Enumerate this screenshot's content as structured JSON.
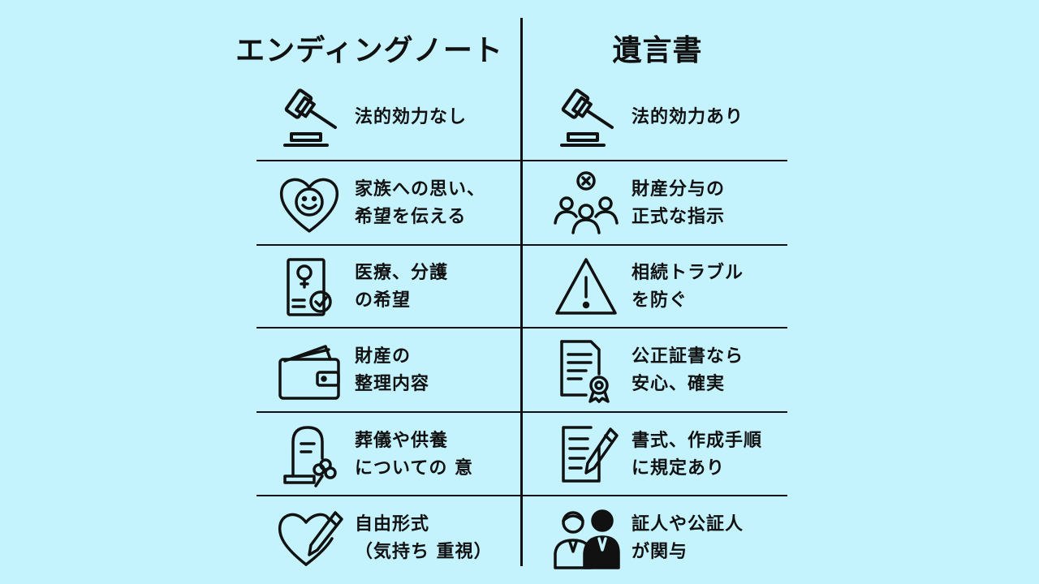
{
  "header": {
    "left_title": "エンディングノート",
    "right_title": "遺言書"
  },
  "rows": [
    {
      "left": {
        "icon": "gavel-icon",
        "lines": [
          "法的効力なし"
        ]
      },
      "right": {
        "icon": "gavel-icon",
        "lines": [
          "法的効力あり"
        ]
      }
    },
    {
      "left": {
        "icon": "heart-smile-icon",
        "lines": [
          "家族への思い、",
          "希望を伝える"
        ]
      },
      "right": {
        "icon": "family-money-icon",
        "lines": [
          "財産分与の",
          "正式な指示"
        ]
      }
    },
    {
      "left": {
        "icon": "medical-document-icon",
        "lines": [
          "医療、分護",
          "の希望"
        ]
      },
      "right": {
        "icon": "warning-icon",
        "lines": [
          "相続トラブル",
          "を防ぐ"
        ]
      }
    },
    {
      "left": {
        "icon": "wallet-icon",
        "lines": [
          "財産の",
          "整理内容"
        ]
      },
      "right": {
        "icon": "certificate-icon",
        "lines": [
          "公正証書なら",
          "安心、確実"
        ]
      }
    },
    {
      "left": {
        "icon": "gravestone-flower-icon",
        "lines": [
          "葬儀や供養",
          "についての 意"
        ]
      },
      "right": {
        "icon": "document-pen-icon",
        "lines": [
          "書式、作成手順",
          "に規定あり"
        ]
      }
    },
    {
      "left": {
        "icon": "heart-pen-icon",
        "lines": [
          "自由形式",
          "（気持ち 重視）"
        ]
      },
      "right": {
        "icon": "witnesses-icon",
        "lines": [
          "証人や公証人",
          "が関与"
        ]
      }
    }
  ]
}
